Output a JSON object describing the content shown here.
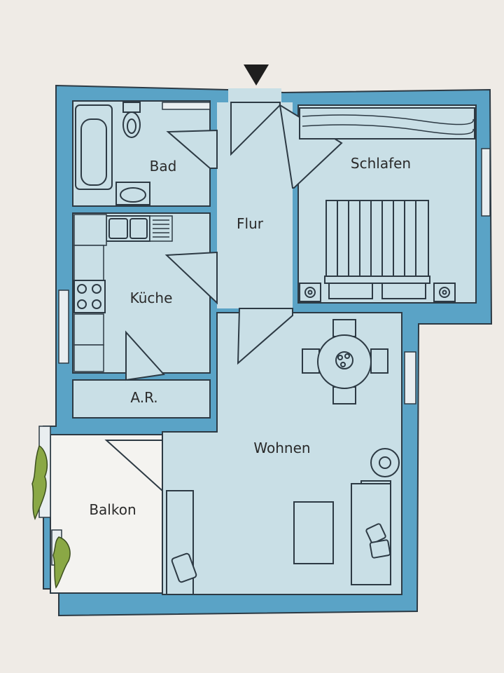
{
  "colors": {
    "paper": "#efebe6",
    "wall": "#5aa3c6",
    "floor": "#c9dfe6",
    "balcony": "#f4f3f0",
    "line": "#2d3a44",
    "plant": "#8aa845"
  },
  "icons": {
    "entrance": "entrance-arrow-icon",
    "plant": "plant-icon"
  },
  "rooms": {
    "bad": "Bad",
    "schlafen": "Schlafen",
    "flur": "Flur",
    "kueche": "Küche",
    "ar": "A.R.",
    "wohnen": "Wohnen",
    "balkon": "Balkon"
  }
}
